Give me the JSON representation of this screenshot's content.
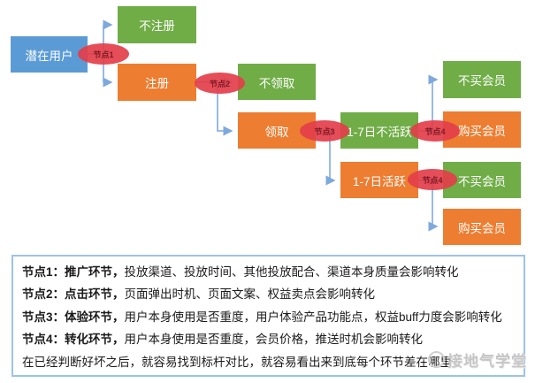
{
  "flowchart": {
    "nodes": [
      {
        "label": "潜在用户",
        "type": "blue"
      },
      {
        "label": "不注册",
        "type": "green"
      },
      {
        "label": "注册",
        "type": "orange"
      },
      {
        "label": "不领取",
        "type": "green"
      },
      {
        "label": "领取",
        "type": "orange"
      },
      {
        "label": "1-7日不活跃",
        "type": "green"
      },
      {
        "label": "1-7日活跃",
        "type": "orange"
      },
      {
        "label": "不买会员",
        "type": "green"
      },
      {
        "label": "购买会员",
        "type": "orange"
      },
      {
        "label": "不买会员",
        "type": "green"
      },
      {
        "label": "购买会员",
        "type": "orange"
      }
    ],
    "connectors": [
      {
        "label": "节点1"
      },
      {
        "label": "节点2"
      },
      {
        "label": "节点3"
      },
      {
        "label": "节点4"
      },
      {
        "label": "节点4"
      }
    ]
  },
  "notes": {
    "lines": [
      {
        "bold": "节点1：推广环节，",
        "rest": "投放渠道、投放时间、其他投放配合、渠道本身质量会影响转化"
      },
      {
        "bold": "节点2：点击环节，",
        "rest": "页面弹出时机、页面文案、权益卖点会影响转化"
      },
      {
        "bold": "节点3：体验环节，",
        "rest": "用户本身使用是否重度，用户体验产品功能点，权益buff力度会影响转化"
      },
      {
        "bold": "节点4：转化环节，",
        "rest": "用户本身使用是否重度，会员价格，推送时机会影响转化"
      },
      {
        "bold": "",
        "rest": "在已经判断好坏之后，就容易找到标杆对比，就容易看出来到底每个环节差在哪里"
      }
    ]
  },
  "watermark": {
    "text": "接地气学堂"
  },
  "colors": {
    "blue": "#5B9BD5",
    "green": "#70AD47",
    "orange": "#ED7D31",
    "marker_red": "#E33E4A",
    "marker_text": "#7E1B24",
    "arrow": "#7EA9DC",
    "notes_border": "#9DC3E6"
  }
}
